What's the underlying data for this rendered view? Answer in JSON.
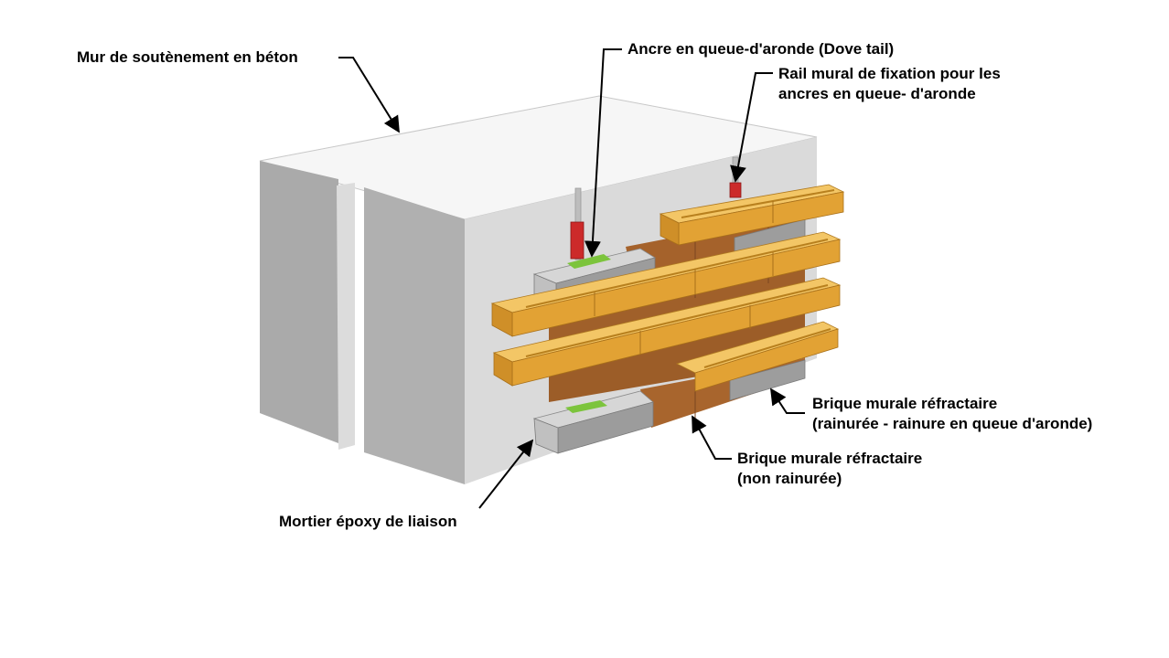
{
  "labels": {
    "concrete_wall": "Mur de soutènement en béton",
    "dovetail_anchor": "Ancre en queue-d'aronde (Dove tail)",
    "wall_rail_line1": "Rail mural de fixation pour les",
    "wall_rail_line2": "ancres en queue- d'aronde",
    "grooved_brick_line1": "Brique murale réfractaire",
    "grooved_brick_line2": "(rainurée - rainure en queue d'aronde)",
    "plain_brick_line1": "Brique murale réfractaire",
    "plain_brick_line2": "(non rainurée)",
    "epoxy_mortar": "Mortier époxy de liaison"
  },
  "colors": {
    "concrete_front": "#b4b4b4",
    "concrete_side": "#d8d8d8",
    "concrete_top": "#f4f4f4",
    "grooved_brick": "#e8a93a",
    "plain_brick": "#a8642c",
    "anchor": "#c82828",
    "epoxy": "#7cc43c",
    "rail": "#bcbcbc"
  }
}
